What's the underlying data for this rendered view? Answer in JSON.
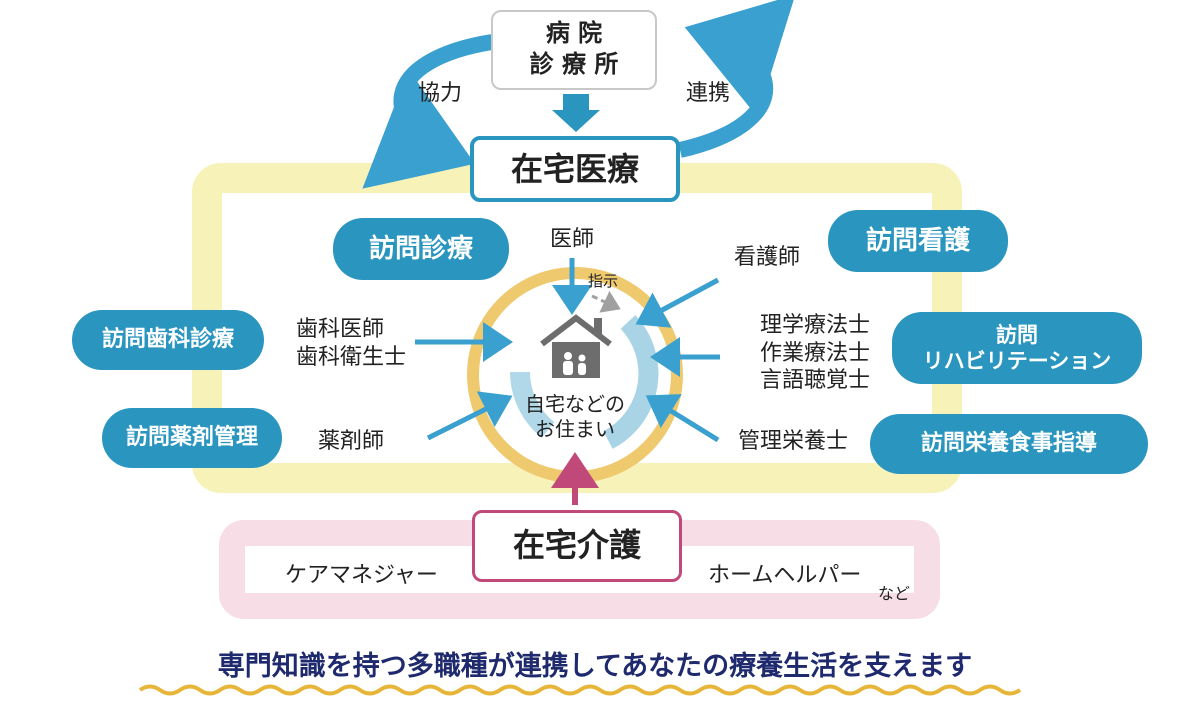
{
  "hospital": {
    "line1": "病 院",
    "line2": "診 療 所"
  },
  "left_arrow_label": "協力",
  "right_arrow_label": "連携",
  "home_care_medical": "在宅医療",
  "home_care_nursing": "在宅介護",
  "services": {
    "visit_consult": "訪問診療",
    "visit_nursing": "訪問看護",
    "visit_dental": "訪問歯科診療",
    "visit_pharmacy": "訪問薬剤管理",
    "visit_rehab_line1": "訪問",
    "visit_rehab_line2": "リハビリテーション",
    "visit_nutrition": "訪問栄養食事指導"
  },
  "professions": {
    "doctor": "医師",
    "instruction": "指示",
    "nurse": "看護師",
    "dentist": "歯科医師",
    "hygienist": "歯科衛生士",
    "pharmacist": "薬剤師",
    "pt": "理学療法士",
    "ot": "作業療法士",
    "st": "言語聴覚士",
    "dietitian": "管理栄養士"
  },
  "home": {
    "line1": "自宅などの",
    "line2": "お住まい"
  },
  "care": {
    "care_manager": "ケアマネジャー",
    "home_helper": "ホームヘルパー",
    "etc": "など"
  },
  "tagline": "専門知識を持つ多職種が連携してあなたの療養生活を支えます",
  "colors": {
    "pill_blue": "#2a95bf",
    "arrow_blue": "#3aa0cf",
    "frame_yellow": "#f7f2b8",
    "frame_pink": "#f7dde6",
    "pink_border": "#c0497a",
    "ring_gold": "#efc96e",
    "ring_blue": "#a9d4e6",
    "tagline_navy": "#1f2a6e",
    "wave_gold": "#e6b53a"
  }
}
